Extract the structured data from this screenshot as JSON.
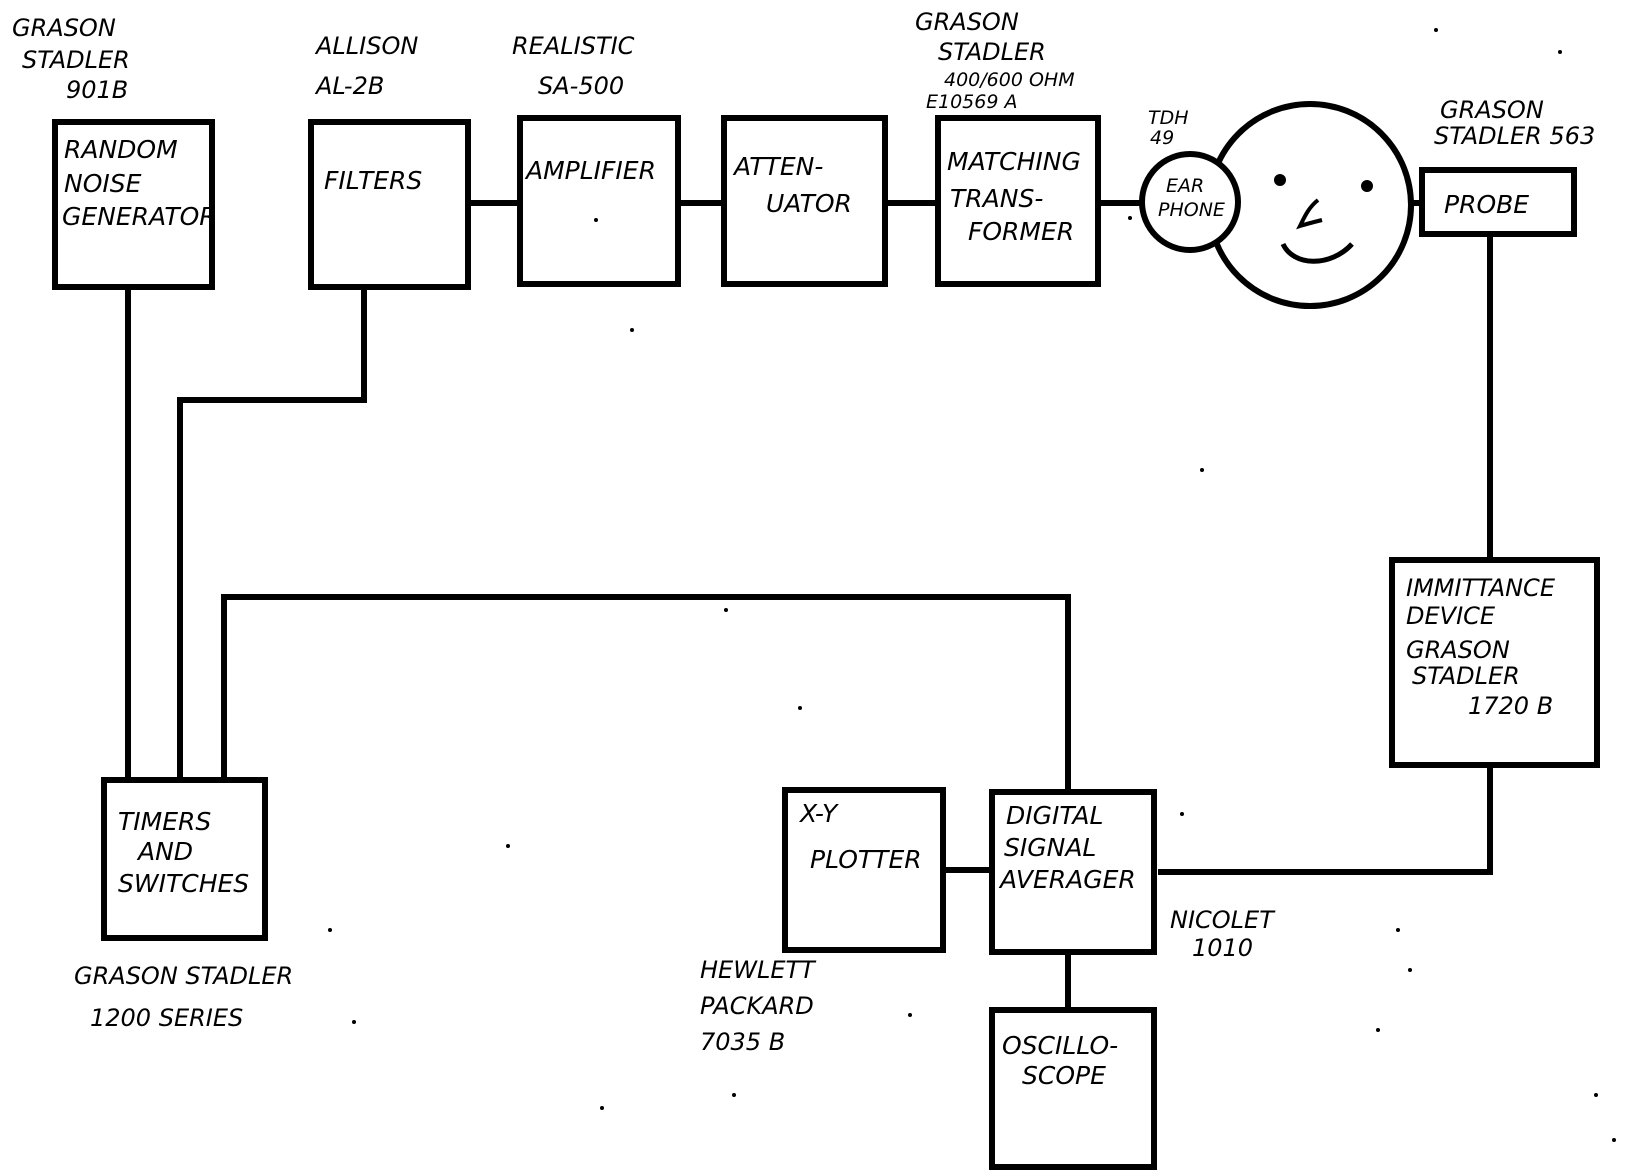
{
  "blocks": {
    "noise_generator": {
      "lines": [
        "RANDOM",
        "NOISE",
        "GENERATOR"
      ]
    },
    "filters": {
      "lines": [
        "FILTERS"
      ]
    },
    "amplifier": {
      "lines": [
        "AMPLIFIER"
      ]
    },
    "attenuator": {
      "lines": [
        "ATTEN-",
        "UATOR"
      ]
    },
    "transformer": {
      "lines": [
        "MATCHING",
        "TRANS-",
        "FORMER"
      ]
    },
    "earphone": {
      "lines": [
        "EAR",
        "PHONE"
      ]
    },
    "probe": {
      "lines": [
        "PROBE"
      ]
    },
    "immittance": {
      "lines": [
        "IMMITTANCE",
        "DEVICE",
        "GRASON",
        "STADLER",
        "1720 B"
      ]
    },
    "timers": {
      "lines": [
        "TIMERS",
        "AND",
        "SWITCHES"
      ]
    },
    "plotter": {
      "lines": [
        "X-Y",
        "PLOTTER"
      ]
    },
    "averager": {
      "lines": [
        "DIGITAL",
        "SIGNAL",
        "AVERAGER"
      ]
    },
    "oscilloscope": {
      "lines": [
        "OSCILLO-",
        "SCOPE"
      ]
    }
  },
  "labels": {
    "noise_generator": [
      "GRASON",
      "STADLER",
      "901B"
    ],
    "filters": [
      "ALLISON",
      "AL-2B"
    ],
    "amplifier": [
      "REALISTIC",
      "SA-500"
    ],
    "transformer": [
      "GRASON",
      "STADLER",
      "400/600 OHM",
      "E10569 A"
    ],
    "earphone": [
      "TDH",
      "49"
    ],
    "probe": [
      "GRASON",
      "STADLER 563"
    ],
    "timers": [
      "GRASON STADLER",
      "1200 SERIES"
    ],
    "plotter": [
      "HEWLETT",
      "PACKARD",
      "7035 B"
    ],
    "averager": [
      "NICOLET",
      "1010"
    ]
  }
}
